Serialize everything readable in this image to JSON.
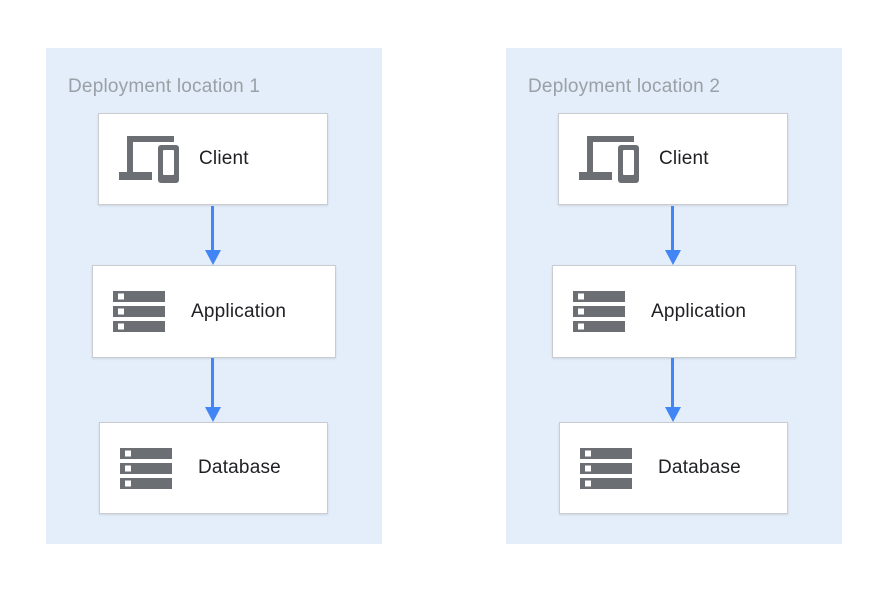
{
  "colors": {
    "panel_bg": "#e3eefa",
    "box_bg": "#ffffff",
    "box_border": "#c9cdd2",
    "title_text": "#9aa0a6",
    "label_text": "#202124",
    "icon": "#6b6f73",
    "arrow": "#4285f4",
    "page_bg": "#ffffff"
  },
  "diagram": {
    "panels": [
      {
        "title": "Deployment location 1",
        "nodes": [
          {
            "label": "Client",
            "icon": "devices-icon"
          },
          {
            "label": "Application",
            "icon": "storage-icon"
          },
          {
            "label": "Database",
            "icon": "storage-icon"
          }
        ],
        "edges": [
          {
            "from": "Client",
            "to": "Application",
            "direction": "down"
          },
          {
            "from": "Application",
            "to": "Database",
            "direction": "down"
          }
        ]
      },
      {
        "title": "Deployment location 2",
        "nodes": [
          {
            "label": "Client",
            "icon": "devices-icon"
          },
          {
            "label": "Application",
            "icon": "storage-icon"
          },
          {
            "label": "Database",
            "icon": "storage-icon"
          }
        ],
        "edges": [
          {
            "from": "Client",
            "to": "Application",
            "direction": "down"
          },
          {
            "from": "Application",
            "to": "Database",
            "direction": "down"
          }
        ]
      }
    ]
  }
}
